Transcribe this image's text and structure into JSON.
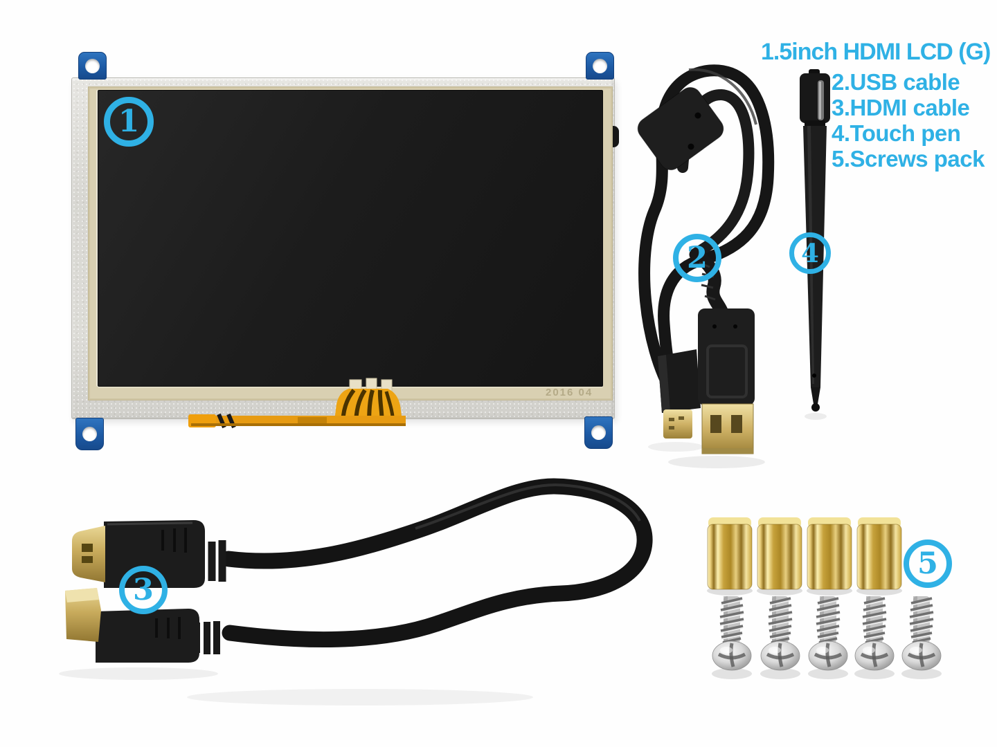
{
  "scene": {
    "background_color": "#fefefe",
    "accent_color": "#2FB1E5",
    "description": "Product photo of 5inch HDMI LCD (G) touchscreen kit contents on white background"
  },
  "parts_list": {
    "line1": "1.5inch HDMI LCD (G)",
    "items": [
      "2.USB cable",
      "3.HDMI cable",
      "4.Touch pen",
      "5.Screws pack"
    ]
  },
  "badges": {
    "display": "1",
    "usb_cable": "2",
    "hdmi_cable": "3",
    "touch_pen": "4",
    "screws_pack": "5"
  },
  "display_module": {
    "date_marking": "2016 04",
    "frame_color": "#d8d7d2",
    "screen_color": "#1a1a1a",
    "touch_film_color": "#d9d0b2",
    "mount_tab_color": "#1d5aa4",
    "flex_cable_color": "#e89c15"
  },
  "cables": {
    "cable_color": "#161616",
    "connector_gold_color": "#cdb066"
  },
  "hardware": {
    "standoff_count": 4,
    "screw_count": 5,
    "standoff_color": "#c9a53f",
    "screw_color": "#c6c6c6"
  }
}
